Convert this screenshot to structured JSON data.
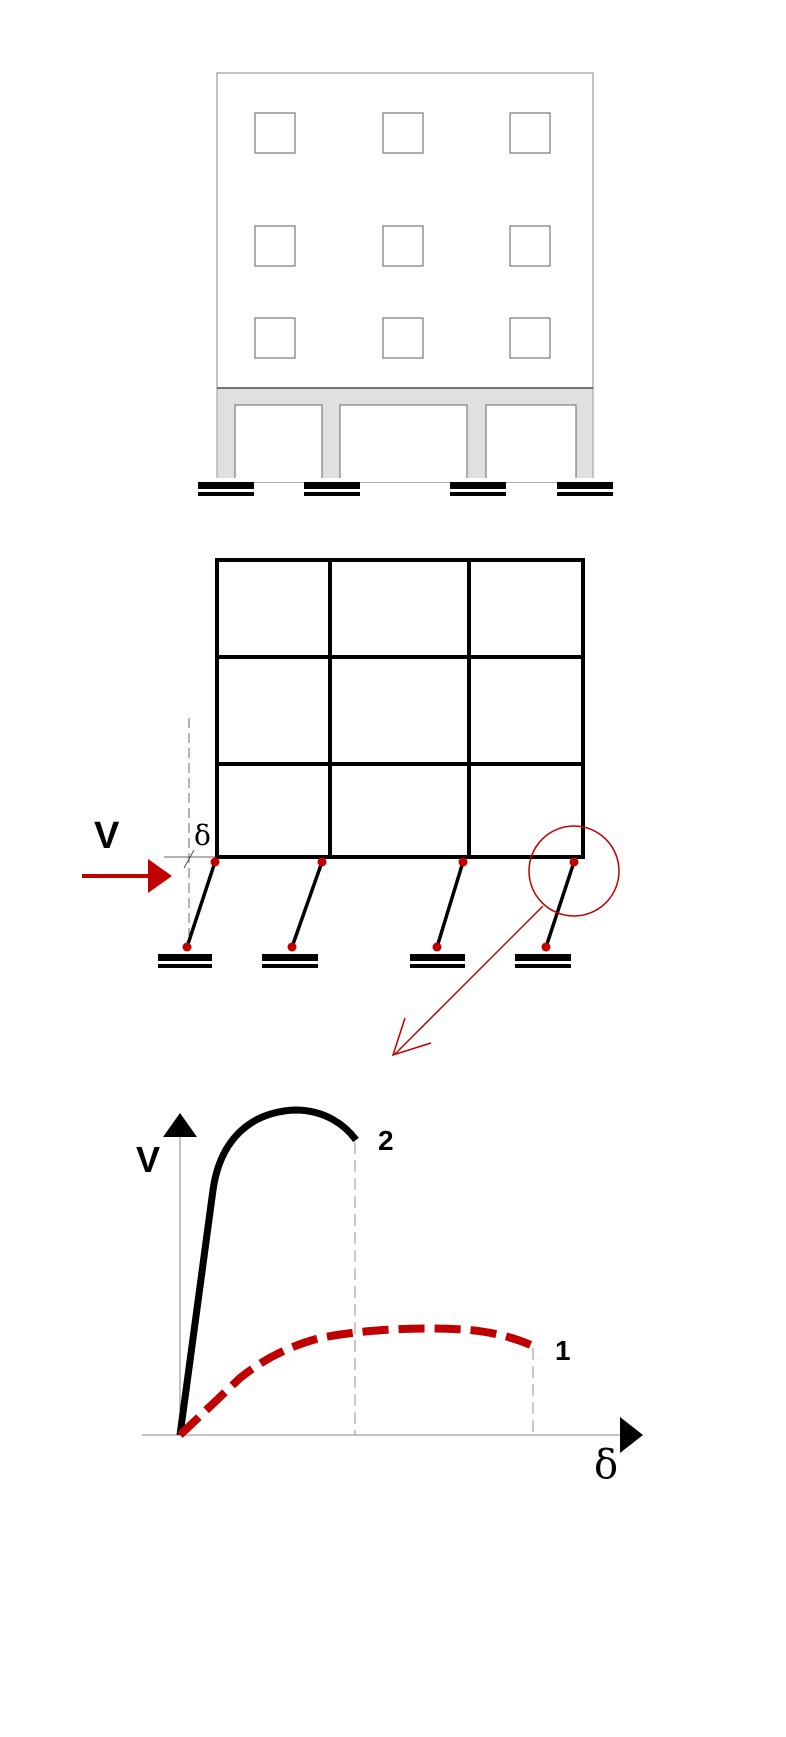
{
  "colors": {
    "accent": "#c00000",
    "frame": "#000000",
    "building_outline": "#999999",
    "base_fill": "#e0e0e0"
  },
  "frame_diagram": {
    "force_label": "V",
    "drift_label": "δ"
  },
  "graph": {
    "y_axis_label": "V",
    "x_axis_label": "δ",
    "curve_labels": {
      "stiff": "2",
      "soft": "1"
    }
  }
}
